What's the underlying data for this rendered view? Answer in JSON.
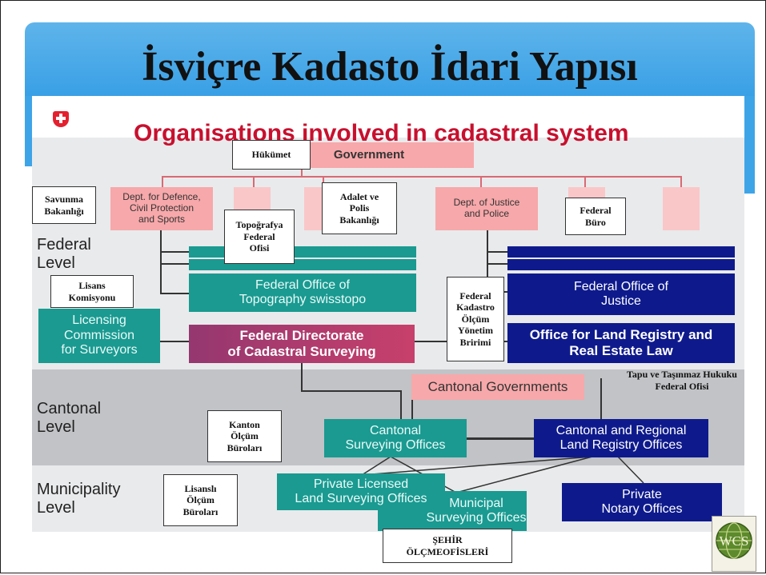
{
  "slide": {
    "title": "İsviçre Kadasto İdari Yapısı",
    "subtitle": "Organisations involved in cadastral system"
  },
  "levels": {
    "federal": "Federal\nLevel",
    "cantonal": "Cantonal\nLevel",
    "municipality": "Municipality\nLevel"
  },
  "org": {
    "government": "Government",
    "defence": "Dept. for Defence,\nCivil Protection\nand Sports",
    "justice_dept": "Dept. of Justice\nand Police",
    "swisstopo": "Federal Office of\nTopography swisstopo",
    "licensing": "Licensing\nCommission\nfor Surveyors",
    "directorate": "Federal Directorate\nof Cadastral Surveying",
    "justice_office": "Federal Office of\nJustice",
    "land_registry": "Office for Land Registry and\nReal Estate Law",
    "cantonal_gov": "Cantonal Governments",
    "cantonal_survey": "Cantonal\nSurveying Offices",
    "cantonal_registry": "Cantonal and Regional\nLand Registry Offices",
    "private_surveying": "Private Licensed\nLand Surveying Offices",
    "municipal_surveying": "Municipal\nSurveying Offices",
    "notary": "Private\nNotary Offices"
  },
  "annotations": {
    "hukumet": "Hükümet",
    "savunma": "Savunma\nBakanlığı",
    "adalet": "Adalet ve\nPolis\nBakanlığı",
    "topografya": "Topoğrafya\nFederal\nOfisi",
    "federal_buro": "Federal\nBüro",
    "lisans": "Lisans\nKomisyonu",
    "kadastro": "Federal\nKadastro\nÖlçüm\nYönetim\nBririmi",
    "tapu": "Tapu ve Taşınmaz Hukuku\nFederal Ofisi",
    "kanton": "Kanton\nÖlçüm\nBüroları",
    "lisansli": "Lisanslı\nÖlçüm\nBüroları",
    "sehir": "ŞEHİR\nÖLÇMEOFİSLERİ"
  },
  "logo": {
    "text": "WCS"
  },
  "colors": {
    "title_bar": "#39a0e6",
    "subtitle": "#c8102e",
    "pink": "#f7a8aa",
    "teal": "#1a9a91",
    "navy": "#0e1a8c",
    "directorate": "#b23b6c"
  }
}
